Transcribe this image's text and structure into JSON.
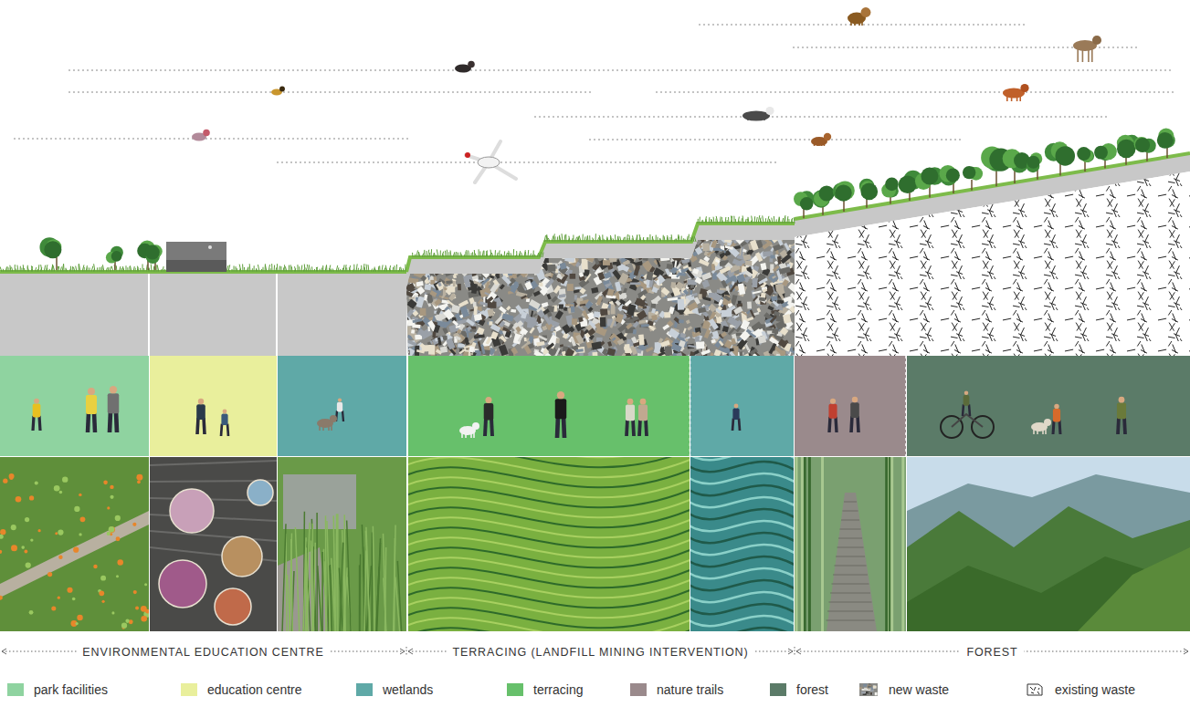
{
  "diagram": {
    "labels": [
      "ENVIRONMENTAL EDUCATION CENTRE",
      "TERRACING (LANDFILL MINING INTERVENTION)",
      "FOREST"
    ],
    "legend": [
      {
        "text": "park facilities",
        "color": "#8fd3a0"
      },
      {
        "text": "education centre",
        "color": "#e9ef9c"
      },
      {
        "text": "wetlands",
        "color": "#5fa9a7"
      },
      {
        "text": "terracing",
        "color": "#67c06b"
      },
      {
        "text": "nature trails",
        "color": "#9a8a8c"
      },
      {
        "text": "forest",
        "color": "#5b7b68"
      },
      {
        "text": "new waste"
      },
      {
        "text": "existing waste"
      }
    ]
  }
}
